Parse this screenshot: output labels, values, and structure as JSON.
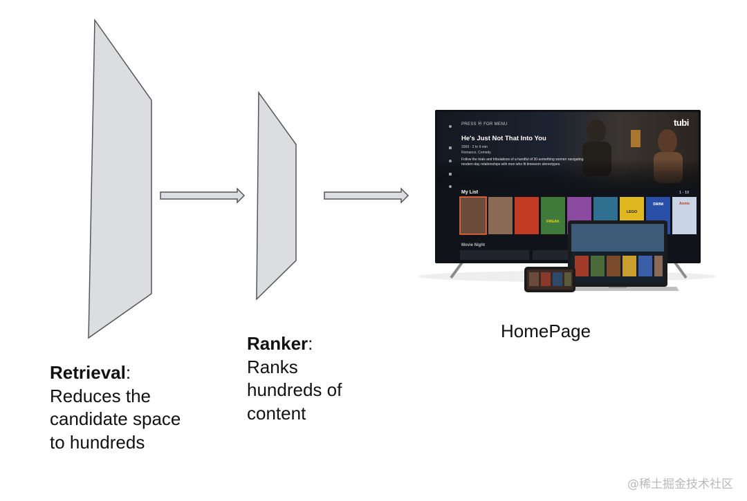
{
  "retrieval": {
    "heading": "Retrieval",
    "description": "Reduces the candidate space to hundreds"
  },
  "ranker": {
    "heading": "Ranker",
    "description": "Ranks hundreds of content"
  },
  "homepage": {
    "label": "HomePage"
  },
  "tv_screen": {
    "press_hint": "PRESS Ⓜ FOR MENU",
    "logo": "tubi",
    "featured_title": "He's Just Not That Into You",
    "featured_meta": "2009 · 2 hr 9 min",
    "featured_genre": "Romance, Comedy",
    "featured_description": "Follow the trials and tribulations of a handful of 30-something women navigating modern-day relationships with men who fit timeworn stereotypes.",
    "row_title": "My List",
    "row_count": "1 - 10",
    "next_row_title": "Movie Night",
    "poster_labels": [
      "SWIM",
      "Annie",
      "LEGO",
      "FREAK"
    ]
  },
  "watermark": "@稀土掘金技术社区",
  "colors": {
    "shape_fill": "#dcdde1",
    "shape_stroke": "#555555",
    "tv_screen_bg": "#1a1f27"
  }
}
